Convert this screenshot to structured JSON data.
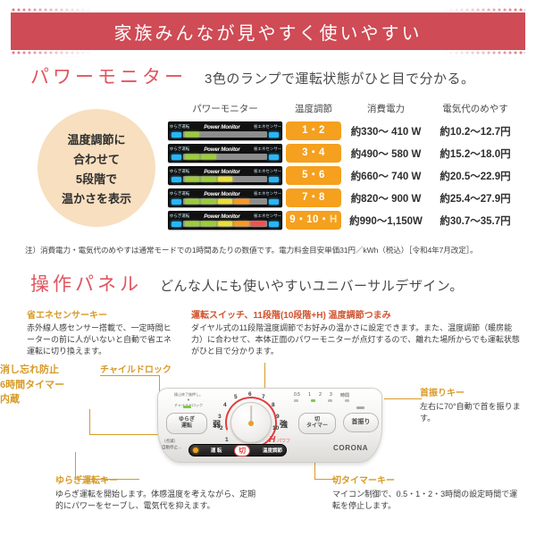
{
  "banner": {
    "title": "家族みんなが見やすく使いやすい"
  },
  "power_monitor": {
    "title": "パワーモニター",
    "subtitle": "3色のランプで運転状態がひと目で分かる。",
    "circle_lines": [
      "温度調節に",
      "合わせて",
      "5段階で",
      "温かさを表示"
    ],
    "columns": [
      "パワーモニター",
      "温度調節",
      "消費電力",
      "電気代のめやす"
    ],
    "bar_labels": {
      "left": "ゆらぎ運転",
      "center": "Power Monitor",
      "right": "省エネセンサー"
    },
    "rows": [
      {
        "temp": "1・2",
        "temp_h": "",
        "power": "約330〜 410 W",
        "cost": "約10.2〜12.7円",
        "lit": [
          "g",
          "",
          "",
          "",
          ""
        ]
      },
      {
        "temp": "3・4",
        "temp_h": "",
        "power": "約490〜 580 W",
        "cost": "約15.2〜18.0円",
        "lit": [
          "g",
          "g",
          "",
          "",
          ""
        ]
      },
      {
        "temp": "5・6",
        "temp_h": "",
        "power": "約660〜 740 W",
        "cost": "約20.5〜22.9円",
        "lit": [
          "g",
          "g",
          "y",
          "",
          ""
        ]
      },
      {
        "temp": "7・8",
        "temp_h": "",
        "power": "約820〜 900 W",
        "cost": "約25.4〜27.9円",
        "lit": [
          "g",
          "g",
          "y",
          "o",
          ""
        ]
      },
      {
        "temp": "9・10・",
        "temp_h": "H",
        "power": "約990〜1,150W",
        "cost": "約30.7〜35.7円",
        "lit": [
          "g",
          "g",
          "y",
          "o",
          "r"
        ]
      }
    ],
    "note": "注）消費電力・電気代のめやすは通常モードでの1時間あたりの数値です。電力料金目安単価31円／kWh（税込）［令和4年7月改定］。"
  },
  "control_panel": {
    "title": "操作パネル",
    "subtitle": "どんな人にも使いやすいユニバーサルデザイン。",
    "ann_eco": {
      "head": "省エネセンサーキー",
      "body": "赤外線人感センサー搭載で、一定時間ヒーターの前に人がいないと自動で省エネ運転に切り換えます。"
    },
    "ann_switch": {
      "head": "運転スイッチ、11段階(10段階+H) 温度調節つまみ",
      "body": "ダイヤル式の11段階温度調節でお好みの温かさに設定できます。また、温度調節（暖房能力）に合わせて、本体正面のパワーモニターが点灯するので、離れた場所からでも運転状態がひと目で分かります。"
    },
    "label_childlock": "チャイルドロック",
    "label_timer": "消し忘れ防止\n6時間タイマー\n内蔵",
    "label_swing": {
      "head": "首振りキー",
      "body": "左右に70°自動で首を振ります。"
    },
    "label_yuragi": {
      "head": "ゆらぎ運転キー",
      "body": "ゆらぎ運転を開始します。体感温度を考えながら、定期的にパワーをセーブし、電気代を抑えます。"
    },
    "label_offtimer": {
      "head": "切タイマーキー",
      "body": "マイコン制御で、0.5・1・2・3時間の設定時間で運転を停止します。"
    },
    "device": {
      "childlock_text": "操止終了後押し。\n▼\nチャイルドロック",
      "btn_yuragi": [
        "ゆらぎ",
        "運転"
      ],
      "btn_offtimer": [
        "切",
        "タイマー"
      ],
      "btn_swing": "首振り",
      "auto_stop": "（点滅）\n自動停止…",
      "dial_numbers": [
        "1",
        "2",
        "3",
        "4",
        "5",
        "6",
        "7",
        "8",
        "9",
        "10"
      ],
      "dial_weak": "弱",
      "dial_strong": "強",
      "dial_h": "H",
      "dial_powerful": "パワフル",
      "timer_scale": [
        "0.5",
        "1",
        "2",
        "3",
        "時間"
      ],
      "switch_run": "運 転",
      "switch_off": "切",
      "switch_temp": "温度調節",
      "brand": "CORONA"
    }
  }
}
